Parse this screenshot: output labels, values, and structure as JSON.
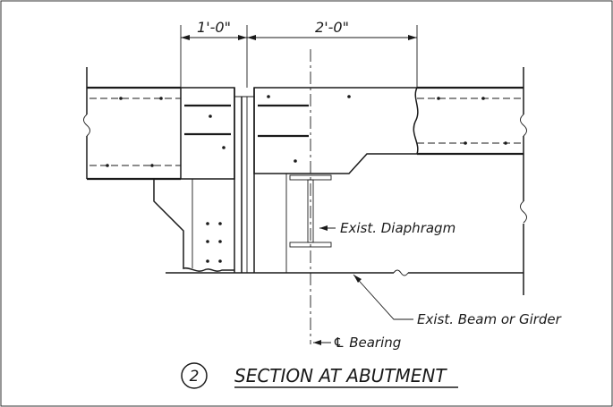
{
  "dimensions": {
    "left": "1'-0\"",
    "right": "2'-0\""
  },
  "callouts": {
    "diaphragm": "Exist. Diaphragm",
    "beam": "Exist. Beam or Girder",
    "bearing": "℄ Bearing"
  },
  "title": {
    "number": "2",
    "text": "SECTION AT ABUTMENT"
  }
}
